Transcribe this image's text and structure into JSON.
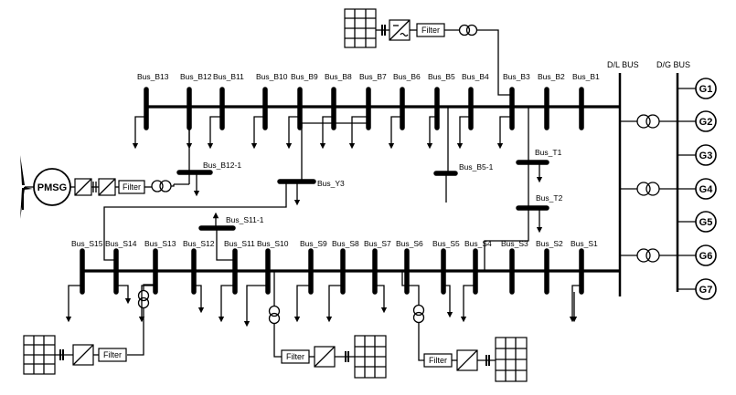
{
  "top_feeder": {
    "bus_labels": [
      "Bus_B13",
      "Bus_B12",
      "Bus_B11",
      "Bus_B10",
      "Bus_B9",
      "Bus_B8",
      "Bus_B7",
      "Bus_B6",
      "Bus_B5",
      "Bus_B4",
      "Bus_B3",
      "Bus_B2",
      "Bus_B1"
    ]
  },
  "bottom_feeder": {
    "bus_labels": [
      "Bus_S15",
      "Bus_S14",
      "Bus_S13",
      "Bus_S12",
      "Bus_S11",
      "Bus_S10",
      "Bus_S9",
      "Bus_S8",
      "Bus_S7",
      "Bus_S6",
      "Bus_S5",
      "Bus_S4",
      "Bus_S3",
      "Bus_S2",
      "Bus_S1"
    ]
  },
  "branch_buses": {
    "b12_1": "Bus_B12-1",
    "y3": "Bus_Y3",
    "b5_1": "Bus_B5-1",
    "t1": "Bus_T1",
    "t2": "Bus_T2",
    "s11_1": "Bus_S11-1"
  },
  "main_buses": {
    "dl": "D/L BUS",
    "dg": "D/G BUS"
  },
  "generators": [
    "G1",
    "G2",
    "G3",
    "G4",
    "G5",
    "G6",
    "G7"
  ],
  "components": {
    "filter": "Filter",
    "pmsg": "PMSG"
  }
}
